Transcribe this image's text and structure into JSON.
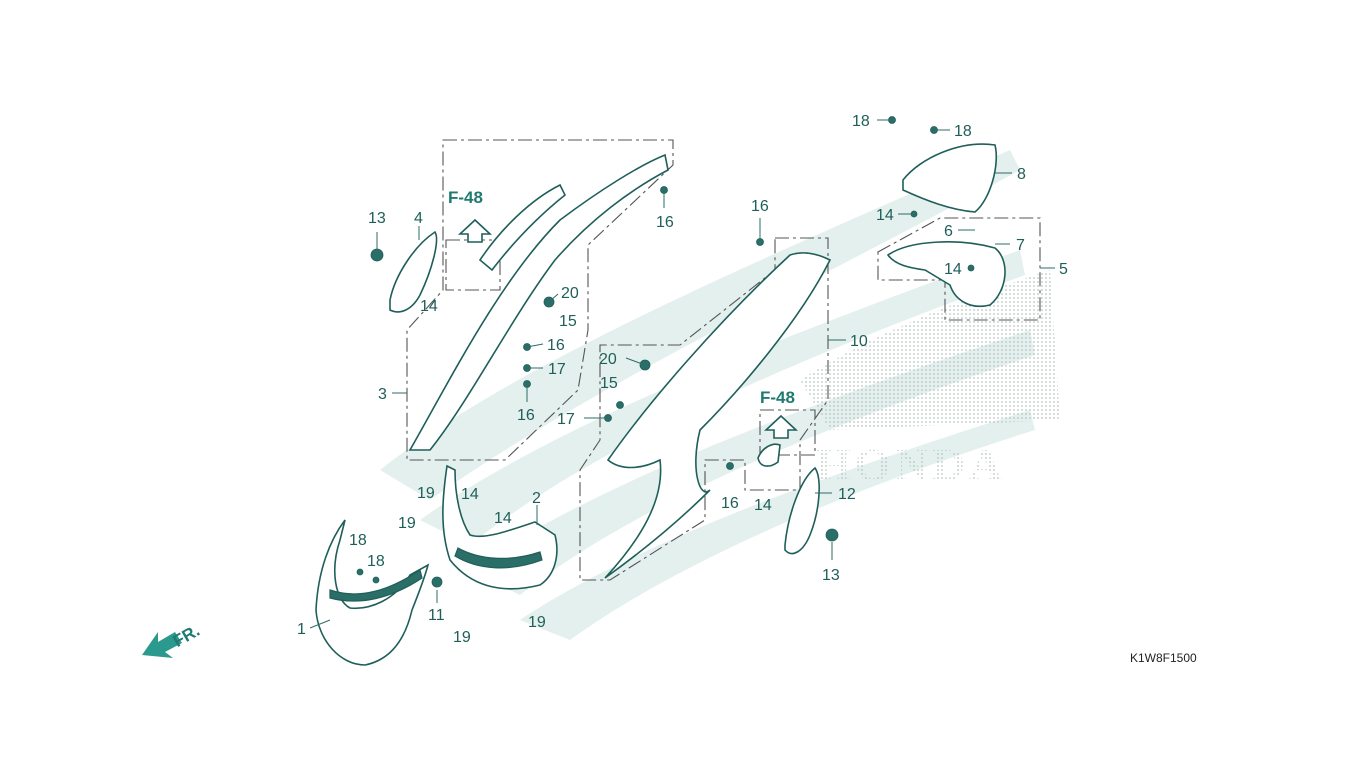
{
  "diagram": {
    "code": "K1W8F1500",
    "front_label": "FR.",
    "ref_labels": [
      "F-48",
      "F-48"
    ],
    "watermark_text": "HONDA",
    "part_numbers": [
      "1",
      "2",
      "3",
      "4",
      "5",
      "6",
      "7",
      "8",
      "10",
      "11",
      "12",
      "13",
      "13",
      "14",
      "14",
      "14",
      "14",
      "14",
      "14",
      "15",
      "15",
      "16",
      "16",
      "16",
      "16",
      "16",
      "17",
      "17",
      "18",
      "18",
      "18",
      "18",
      "19",
      "19",
      "19",
      "19",
      "20",
      "20"
    ]
  },
  "colors": {
    "primary": "#1f5f5a",
    "accent": "#1f7a70",
    "watermark": "#e3f0ee"
  }
}
